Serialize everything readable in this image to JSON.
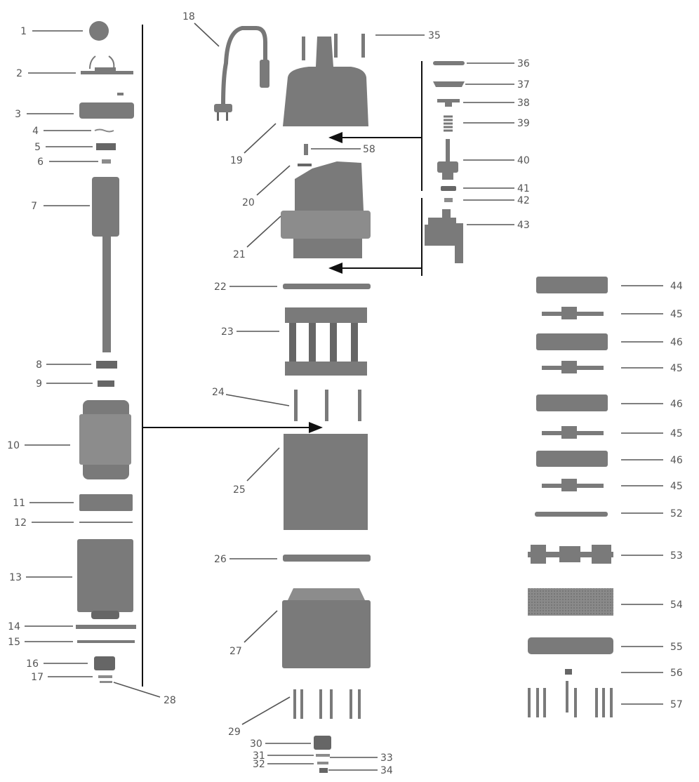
{
  "title": "Exploded parts diagram - submersible pump",
  "colors": {
    "part": "#7a7a7a",
    "label": "#555555",
    "rule": "#111111"
  },
  "labels": [
    "1",
    "2",
    "3",
    "4",
    "5",
    "6",
    "7",
    "8",
    "9",
    "10",
    "11",
    "12",
    "13",
    "14",
    "15",
    "16",
    "17",
    "28",
    "18",
    "35",
    "19",
    "20",
    "58",
    "21",
    "22",
    "23",
    "24",
    "25",
    "26",
    "27",
    "29",
    "30",
    "31",
    "32",
    "33",
    "34",
    "36",
    "37",
    "38",
    "39",
    "40",
    "41",
    "42",
    "43",
    "44",
    "45",
    "46",
    "45",
    "46",
    "45",
    "46",
    "45",
    "52",
    "53",
    "54",
    "55",
    "56",
    "57"
  ]
}
